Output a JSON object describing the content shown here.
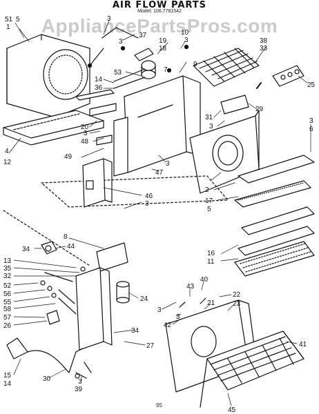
{
  "header": {
    "title": "AIR FLOW PARTS",
    "model": "Model: 106.7781542",
    "watermark": "AppliancePartsPros.com"
  },
  "footer": {
    "page": "95"
  },
  "callouts": {
    "c51": "51",
    "c5a": "5",
    "c1": "1",
    "c3a": "3",
    "c37": "37",
    "c3b": "3",
    "c19": "19",
    "c18": "18",
    "c10": "10",
    "c3c": "3",
    "c38": "38",
    "c33": "33",
    "c9": "9",
    "c7": "7",
    "c53": "53",
    "c14": "14",
    "c36": "36",
    "c25": "25",
    "c29": "29",
    "c20": "20",
    "c3d": "3",
    "c48": "48",
    "c31": "31",
    "c3e": "3",
    "c3f": "3",
    "c6": "6",
    "c4": "4",
    "c12": "12",
    "c49": "49",
    "c3g": "3",
    "c47": "47",
    "c46": "46",
    "c3h": "3",
    "c2": "2",
    "c17": "17",
    "c5b": "5",
    "c8": "8",
    "c34a": "34",
    "c44": "44",
    "c16": "16",
    "c11": "11",
    "c13": "13",
    "c35": "35",
    "c32": "32",
    "c52": "52",
    "c56": "56",
    "c55": "55",
    "c58": "58",
    "c57": "57",
    "c26": "26",
    "c24": "24",
    "c3i": "3",
    "c43": "43",
    "c40": "40",
    "c22": "22",
    "c21": "21",
    "c23": "23",
    "c42": "42",
    "c3j": "3",
    "c34b": "34",
    "c27": "27",
    "c41": "41",
    "c15": "15",
    "c14b": "14",
    "c30": "30",
    "c3k": "3",
    "c39": "39",
    "c45": "45"
  }
}
